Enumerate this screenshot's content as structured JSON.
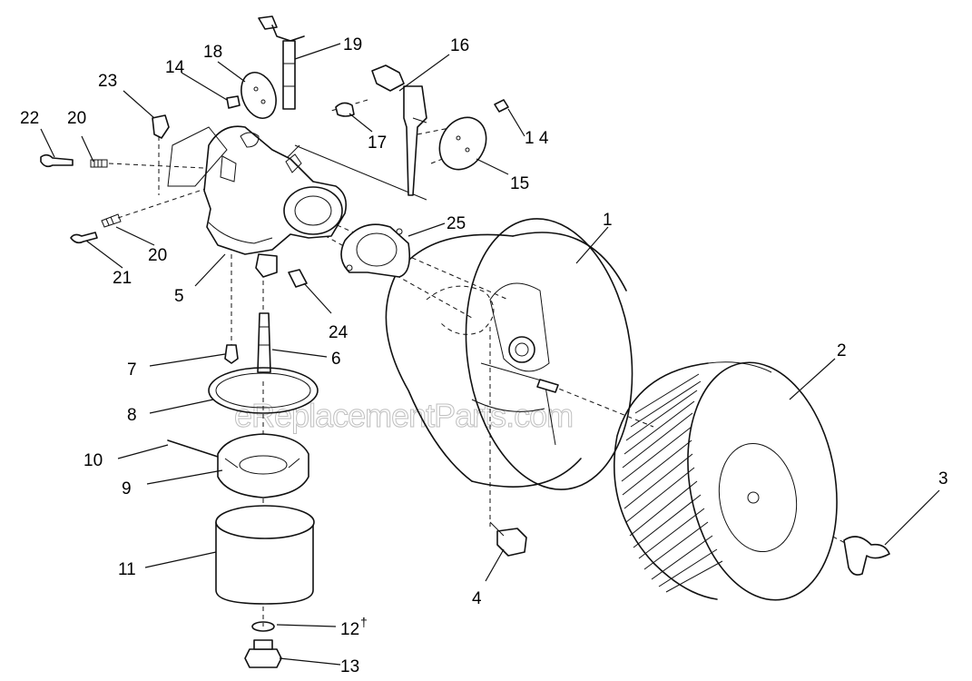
{
  "watermark": "eReplacementParts.com",
  "callouts": {
    "c1": "1",
    "c2": "2",
    "c3": "3",
    "c4": "4",
    "c5": "5",
    "c6": "6",
    "c7": "7",
    "c8": "8",
    "c9": "9",
    "c10": "10",
    "c11": "11",
    "c12": "12",
    "c12mark": "†",
    "c13": "13",
    "c14a": "14",
    "c14b": "1 4",
    "c15": "15",
    "c16": "16",
    "c17": "17",
    "c18": "18",
    "c19": "19",
    "c20a": "20",
    "c20b": "20",
    "c21": "21",
    "c22": "22",
    "c23": "23",
    "c24": "24",
    "c25": "25"
  }
}
